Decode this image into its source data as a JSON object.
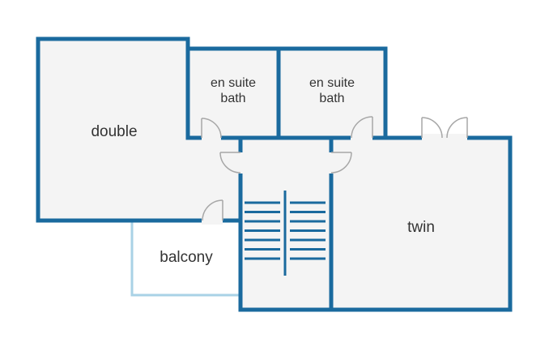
{
  "colors": {
    "wall": "#1a6a9e",
    "balcony_rail": "#a9d2e6",
    "floor": "#f4f4f4",
    "door": "#a7a7a7",
    "page": "#ffffff"
  },
  "rooms": {
    "double": {
      "label": "double"
    },
    "ensuite_left": {
      "line1": "en suite",
      "line2": "bath"
    },
    "ensuite_right": {
      "line1": "en suite",
      "line2": "bath"
    },
    "twin": {
      "label": "twin"
    },
    "balcony": {
      "label": "balcony"
    },
    "stair_hall": {
      "label": ""
    }
  },
  "stairs": {
    "steps_per_flight": 7,
    "flights": 2
  }
}
